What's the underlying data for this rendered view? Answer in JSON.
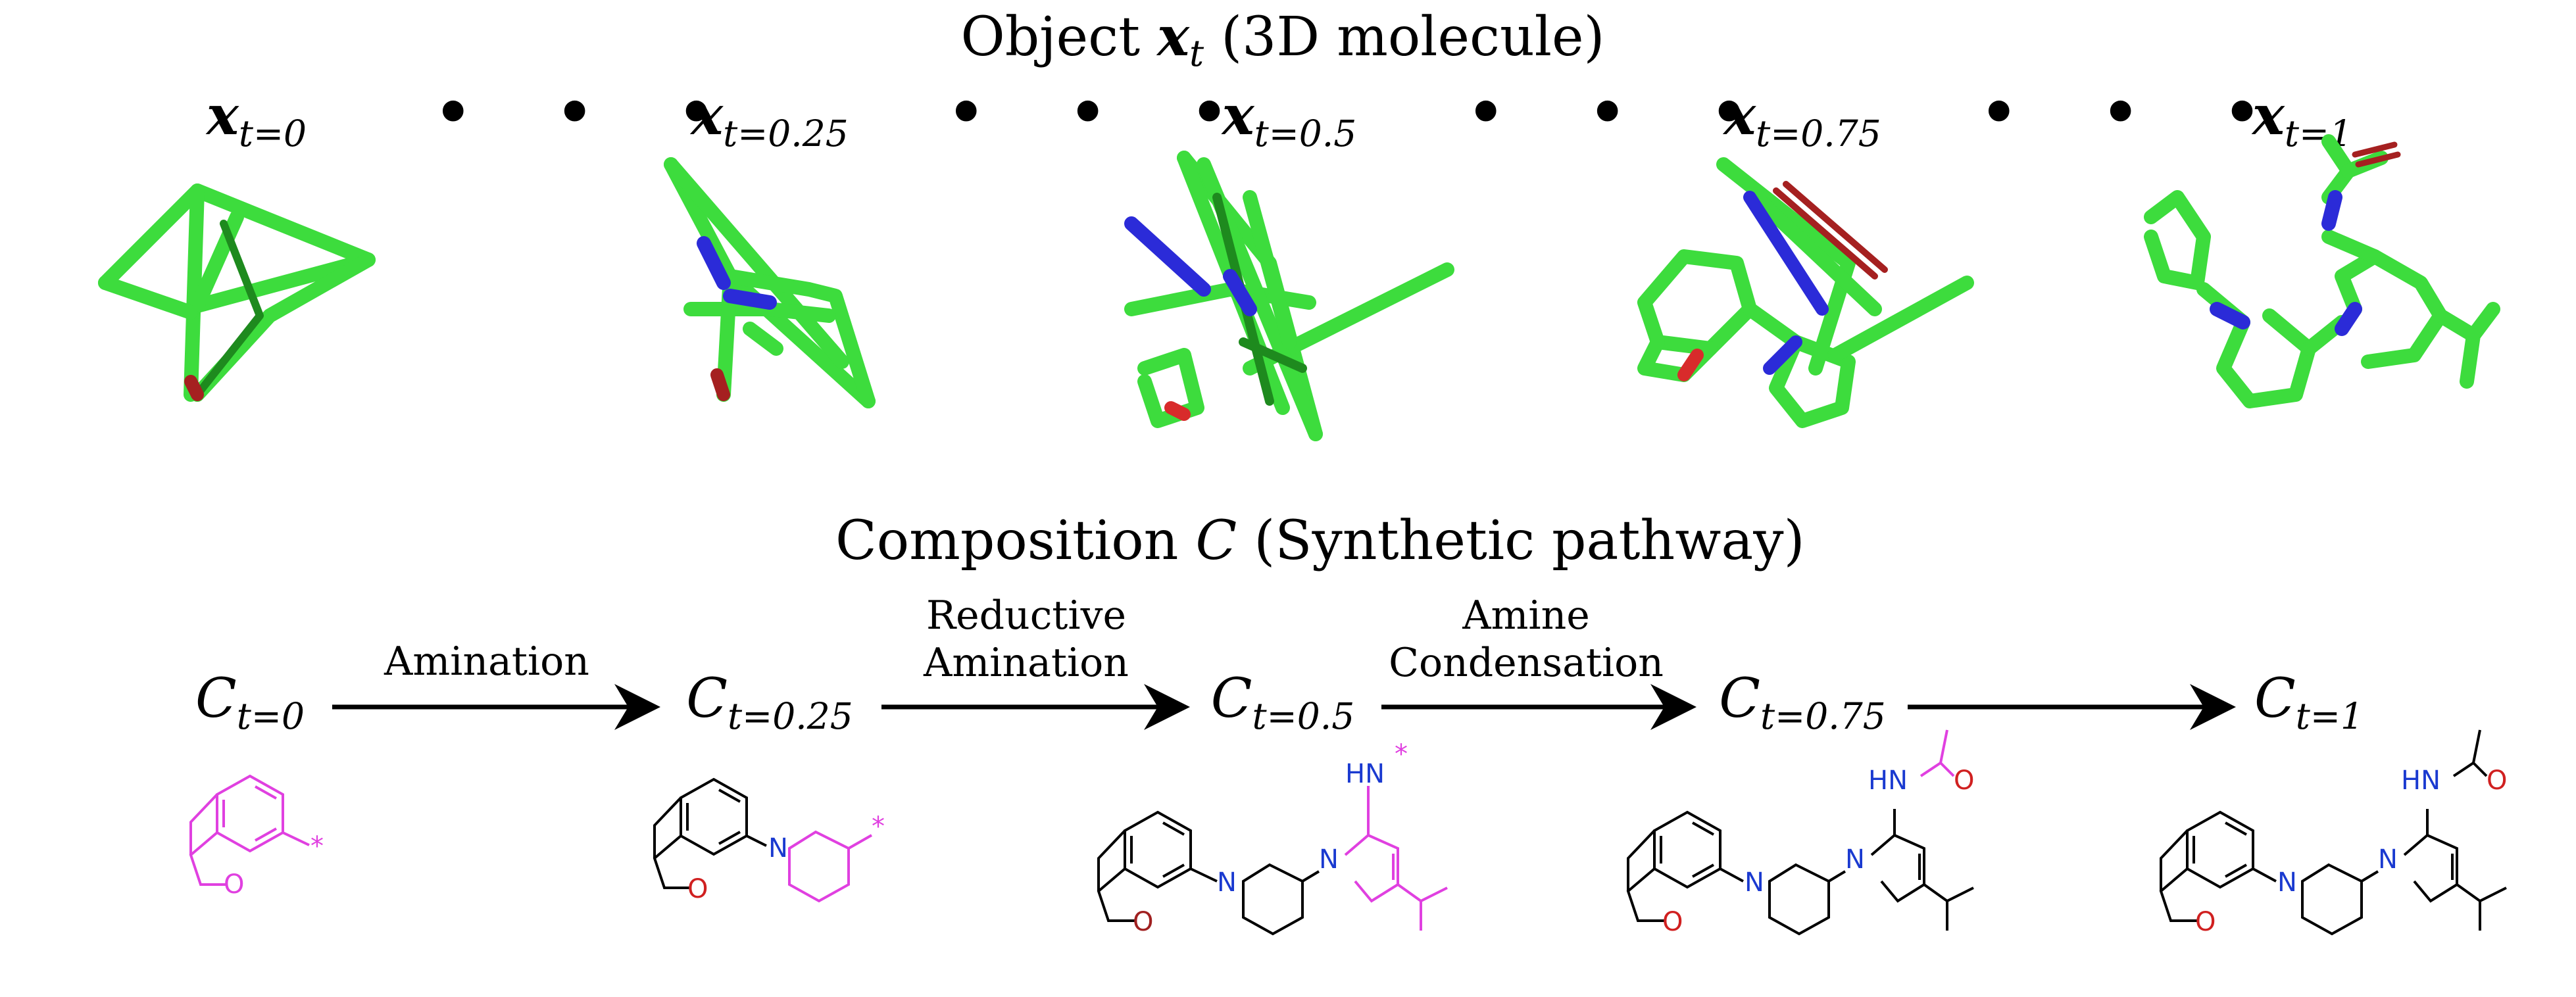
{
  "top_title": {
    "prefix": "Object",
    "var": "x",
    "sub": "t",
    "suffix": "(3D molecule)"
  },
  "bottom_title": {
    "prefix": "Composition",
    "var": "C",
    "suffix": "(Synthetic pathway)"
  },
  "snapshots": [
    {
      "sub": "t=0"
    },
    {
      "sub": "t=0.25"
    },
    {
      "sub": "t=0.5"
    },
    {
      "sub": "t=0.75"
    },
    {
      "sub": "t=1"
    }
  ],
  "dots": "• • •",
  "pathway_nodes": [
    {
      "sub": "t=0"
    },
    {
      "sub": "t=0.25"
    },
    {
      "sub": "t=0.5"
    },
    {
      "sub": "t=0.75"
    },
    {
      "sub": "t=1"
    }
  ],
  "reactions": [
    {
      "line1": "Amination",
      "line2": ""
    },
    {
      "line1": "Reductive",
      "line2": "Amination"
    },
    {
      "line1": "Amine",
      "line2": "Condensation"
    },
    {
      "line1": "",
      "line2": ""
    }
  ],
  "atoms": {
    "N": "N",
    "O": "O",
    "HN": "HN",
    "star": "*"
  },
  "colors": {
    "carbon": "#3ddc3d",
    "carbon_dark": "#1e8a1e",
    "nitrogen": "#2b2bd8",
    "oxygen": "#d82b2b",
    "fragment": "#e040e0",
    "n_label": "#1a3ad0",
    "o_label": "#d02020",
    "black": "#000000"
  }
}
